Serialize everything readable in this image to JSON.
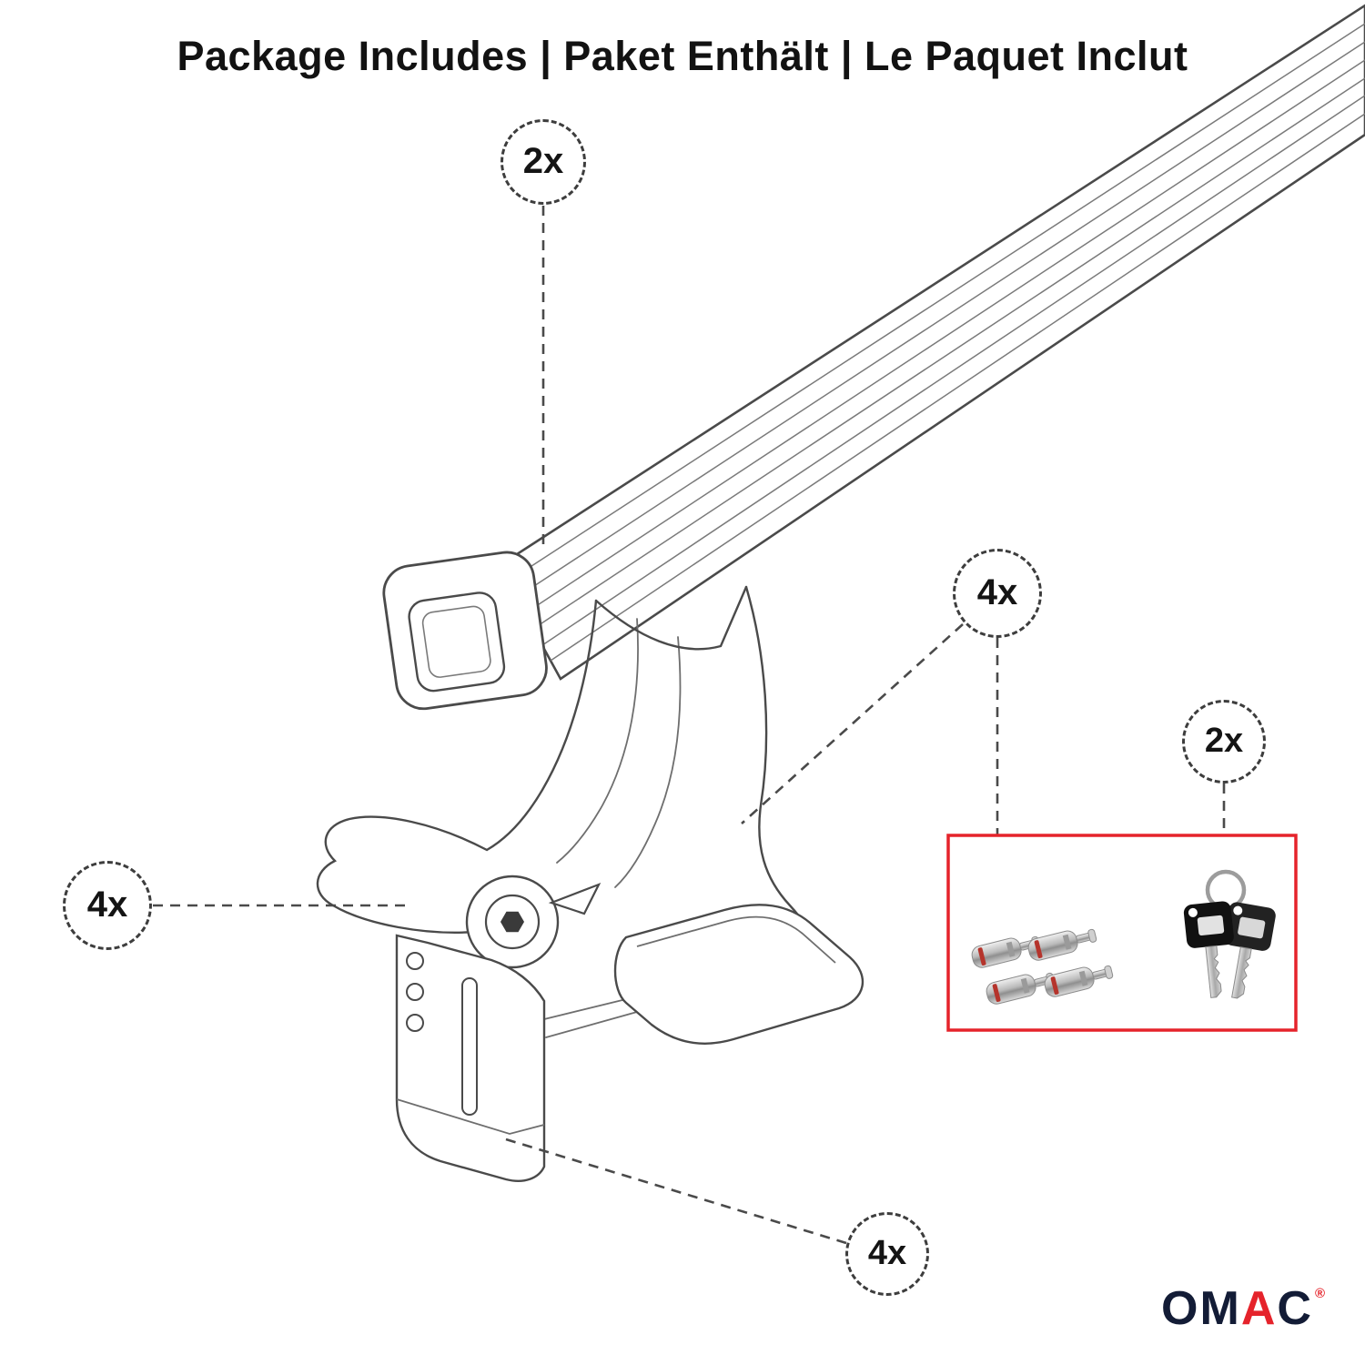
{
  "title": "Package Includes | Paket Enthält | Le Paquet Inclut",
  "callouts": {
    "crossbar": {
      "label": "2x"
    },
    "lock_bolts": {
      "label": "4x"
    },
    "keys": {
      "label": "2x"
    },
    "foot_pads": {
      "label": "4x"
    },
    "clamps": {
      "label": "4x"
    }
  },
  "brand": {
    "om": "OM",
    "a": "A",
    "c": "C",
    "registered": "®"
  },
  "colors": {
    "accent_red": "#e5232b",
    "line_gray": "#4a4a4a"
  }
}
